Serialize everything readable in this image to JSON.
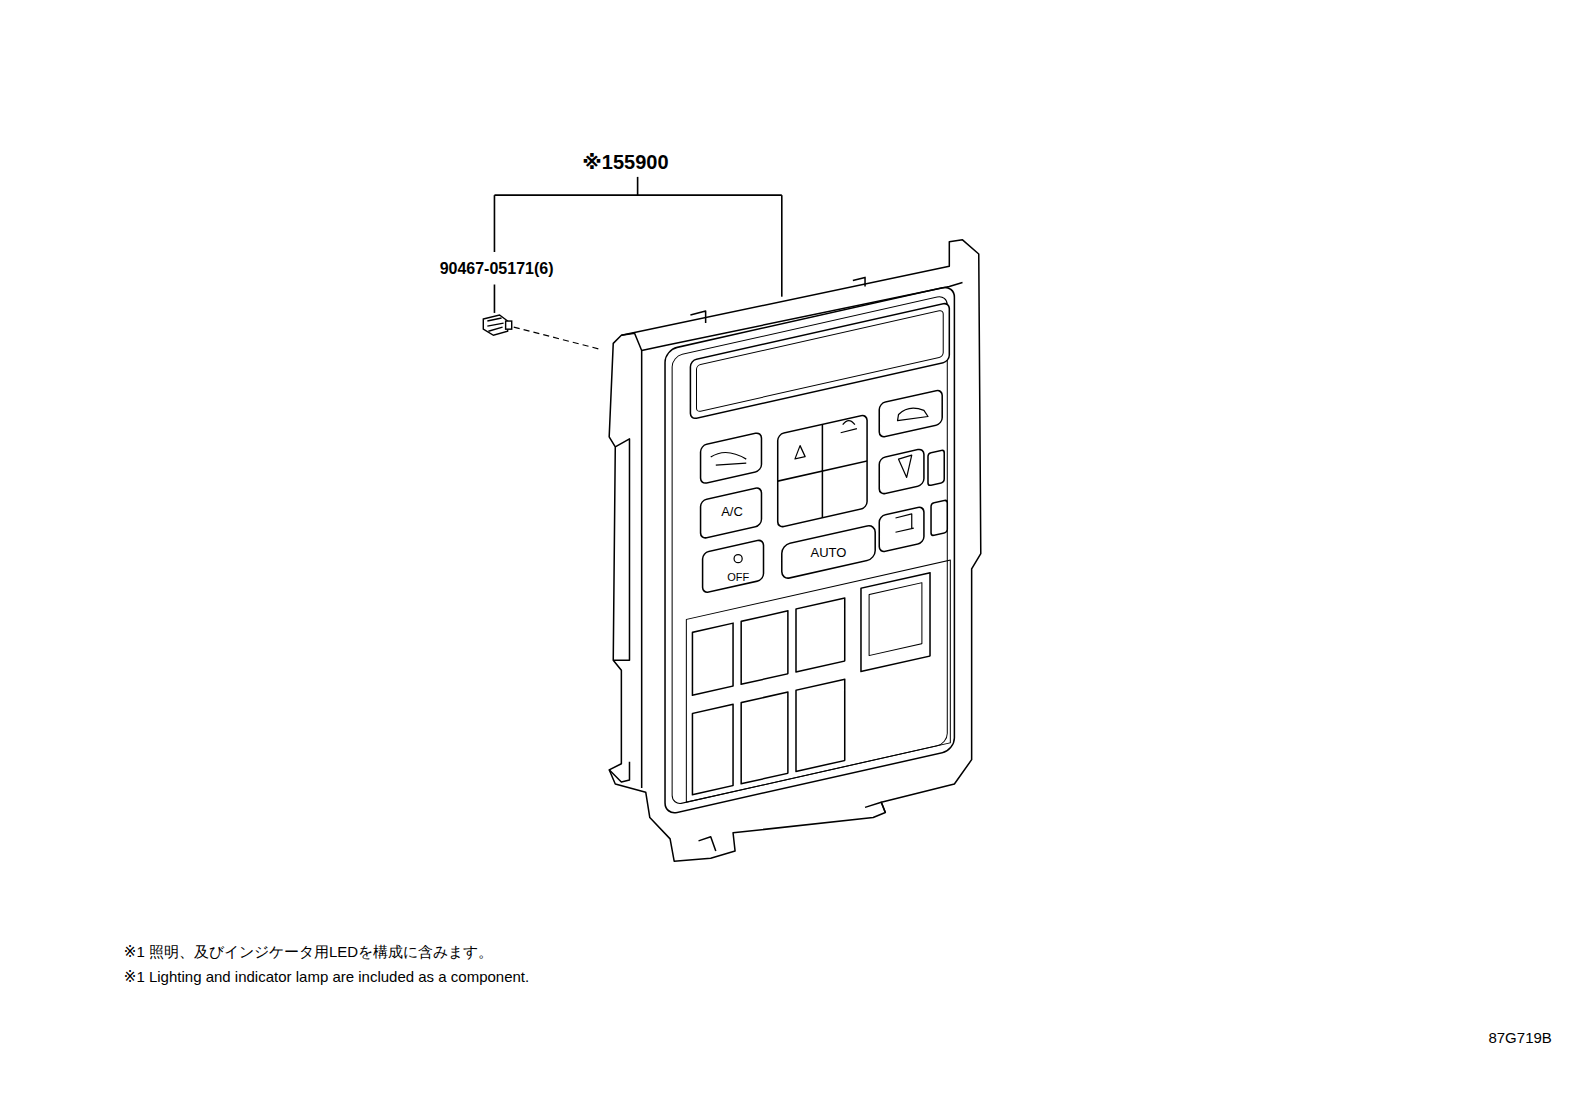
{
  "diagram": {
    "labels": [
      "※155900",
      "90467-05171(6)",
      "A/C",
      "AUTO",
      "OFF",
      "※1 照明、及びインジケータ用LEDを構成に含みます。",
      "※1 Lighting and indicator lamp are included as a component.",
      "87G719B"
    ]
  }
}
